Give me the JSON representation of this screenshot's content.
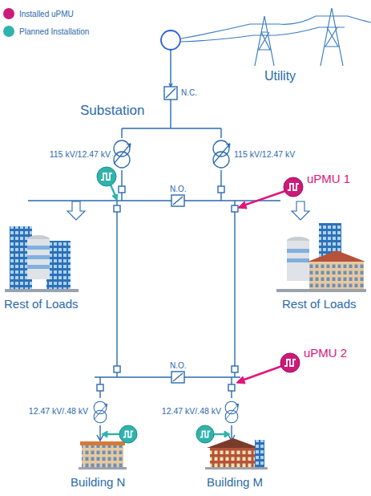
{
  "diagram": {
    "labels": [
      "Utility",
      "N.C.",
      "Substation",
      "115 kV/12.47 kV",
      "115 kV/12.47 kV",
      "N.O.",
      "uPMU 1",
      "Rest of Loads",
      "Rest of Loads",
      "N.O.",
      "uPMU 2",
      "12.47 kV/.48 kV",
      "12.47 kV/.48 kV",
      "Building N",
      "Building M"
    ],
    "legend": [
      {
        "text": "Installed uPMU",
        "color": "#cc1a7a"
      },
      {
        "text": "Planned Installation",
        "color": "#2fb3ad"
      }
    ]
  }
}
